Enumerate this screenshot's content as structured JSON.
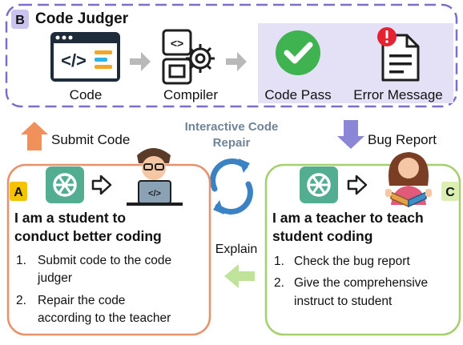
{
  "judger": {
    "badge": "B",
    "title": "Code Judger",
    "code_label": "Code",
    "compiler_label": "Compiler",
    "pass_label": "Code Pass",
    "error_label": "Error Message"
  },
  "flow": {
    "submit_code": "Submit Code",
    "bug_report": "Bug Report",
    "interactive_line1": "Interactive Code",
    "interactive_line2": "Repair",
    "explain": "Explain"
  },
  "student": {
    "badge": "A",
    "heading_line1": "I am a student to",
    "heading_line2": "conduct better coding",
    "items": [
      {
        "num": "1.",
        "line1": "Submit code to the code",
        "line2": "judger"
      },
      {
        "num": "2.",
        "line1": "Repair the code",
        "line2": "according to the teacher"
      }
    ]
  },
  "teacher": {
    "badge": "C",
    "heading_line1": "I am a teacher to teach",
    "heading_line2": "student coding",
    "items": [
      {
        "num": "1.",
        "line1": "Check the bug report",
        "line2": ""
      },
      {
        "num": "2.",
        "line1": "Give the comprehensive",
        "line2": "instruct to student"
      }
    ]
  },
  "colors": {
    "judger_border": "#7b6fc9",
    "badge_b": "#c9c3ee",
    "student_border": "#e8916a",
    "badge_a": "#f5c400",
    "teacher_border": "#a6cf6e",
    "badge_c": "#dbeeb4",
    "submit_arrow": "#f0905a",
    "bug_arrow": "#8b86d6",
    "explain_arrow": "#bfe39a",
    "gpt_tile": "#52ad91",
    "sync_icon": "#3b82c4"
  }
}
